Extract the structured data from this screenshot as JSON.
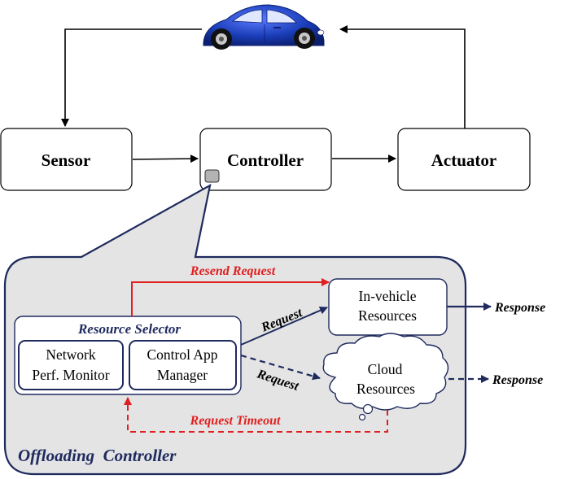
{
  "top": {
    "car_icon": "car-icon",
    "sensor_label": "Sensor",
    "controller_label": "Controller",
    "actuator_label": "Actuator"
  },
  "offloading": {
    "title": "Offloading  Controller",
    "resource_selector": {
      "title": "Resource Selector",
      "network_monitor_line1": "Network",
      "network_monitor_line2": "Perf. Monitor",
      "control_app_line1": "Control App",
      "control_app_line2": "Manager"
    },
    "in_vehicle_line1": "In-vehicle",
    "in_vehicle_line2": "Resources",
    "cloud_line1": "Cloud",
    "cloud_line2": "Resources",
    "resend_request": "Resend Request",
    "request_upper": "Request",
    "request_lower": "Request",
    "request_timeout": "Request Timeout",
    "response_upper": "Response",
    "response_lower": "Response"
  },
  "colors": {
    "navy": "#1f2a5e",
    "red": "#e02020",
    "panel_fill": "#e4e4e4",
    "car_blue": "#1a3db8"
  }
}
